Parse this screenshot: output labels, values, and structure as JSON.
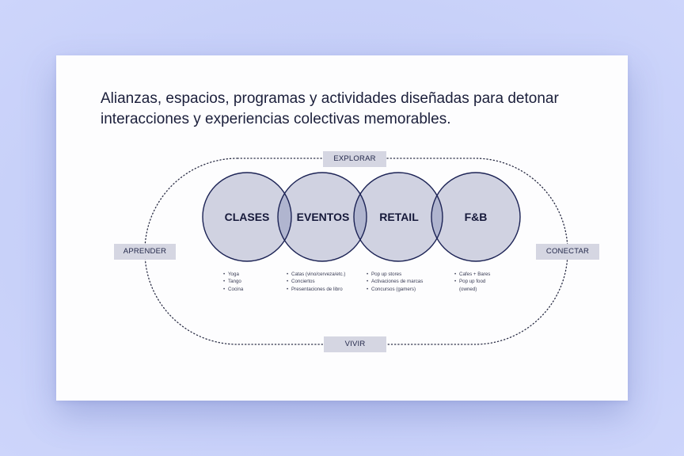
{
  "headline": {
    "line1": "Alianzas, espacios, programas y actividades diseñadas para detonar",
    "line2": "interacciones y experiencias colectivas memorables."
  },
  "axis_labels": {
    "top": "EXPLORAR",
    "bottom": "VIVIR",
    "left": "APRENDER",
    "right": "CONECTAR"
  },
  "circles": [
    {
      "title": "CLASES",
      "items": [
        "Yoga",
        "Tango",
        "Cocina"
      ]
    },
    {
      "title": "EVENTOS",
      "items": [
        "Catas (vino/cerveza/etc.)",
        "Conciertos",
        "Presentaciones de libro"
      ]
    },
    {
      "title": "RETAIL",
      "items": [
        "Pop up stores",
        "Activaciones de marcas",
        "Concursos (gamers)"
      ]
    },
    {
      "title": "F&B",
      "items": [
        "Cafes + Bares",
        "Pop up food",
        "(owned)"
      ]
    }
  ],
  "colors": {
    "circle_fill": "#d0d2e1",
    "circle_stroke": "#1c2355",
    "overlap_fill": "#b0b5cf",
    "label_bg": "#d5d6e2"
  }
}
